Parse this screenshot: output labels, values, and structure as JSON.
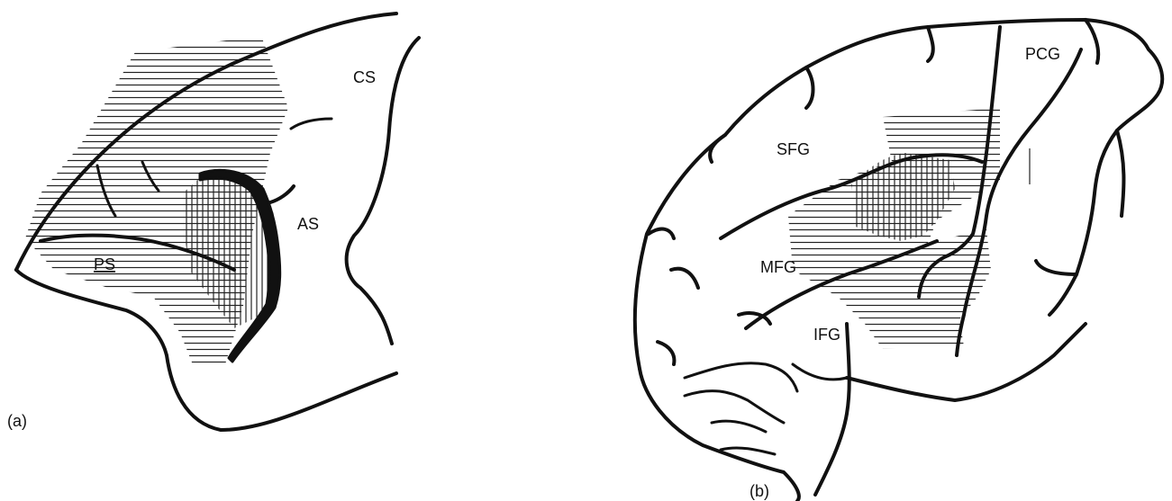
{
  "panel_a": {
    "caption": "(a)",
    "labels": {
      "cs": "CS",
      "as": "AS",
      "ps": "PS"
    }
  },
  "panel_b": {
    "caption": "(b)",
    "labels": {
      "pcg": "PCG",
      "sfg": "SFG",
      "mfg": "MFG",
      "ifg": "IFG"
    }
  }
}
